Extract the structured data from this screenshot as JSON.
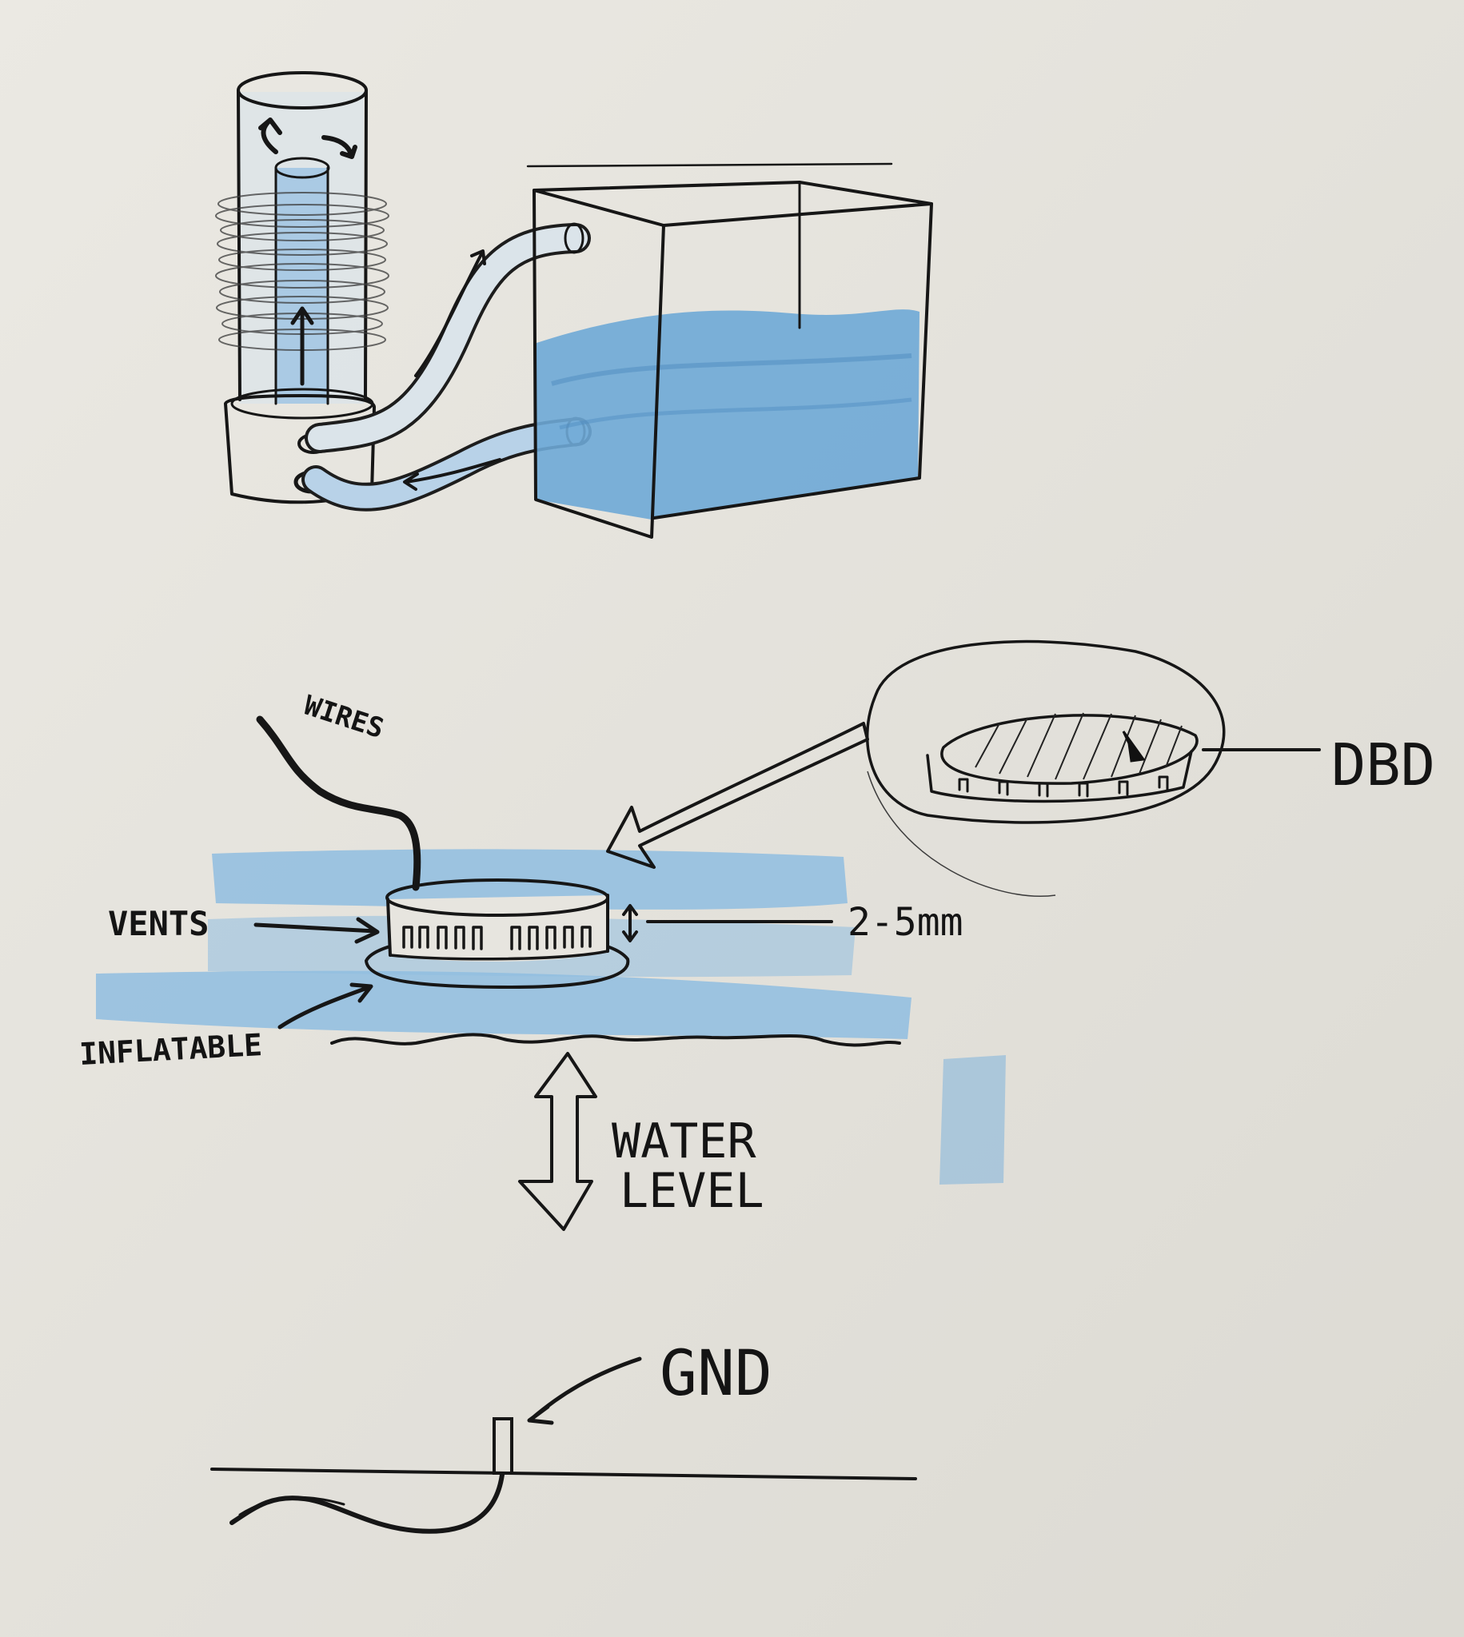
{
  "labels": {
    "wires": "WIRES",
    "vents": "VENTS",
    "inflatable": "INFLATABLE",
    "gap": "2-5mm",
    "dbd": "DBD",
    "water_level_line1": "WATER",
    "water_level_line2": "LEVEL",
    "gnd": "GND"
  },
  "colors": {
    "paper": "#e4e2dc",
    "water_marker": "#6ea8d6",
    "ink": "#161616"
  }
}
